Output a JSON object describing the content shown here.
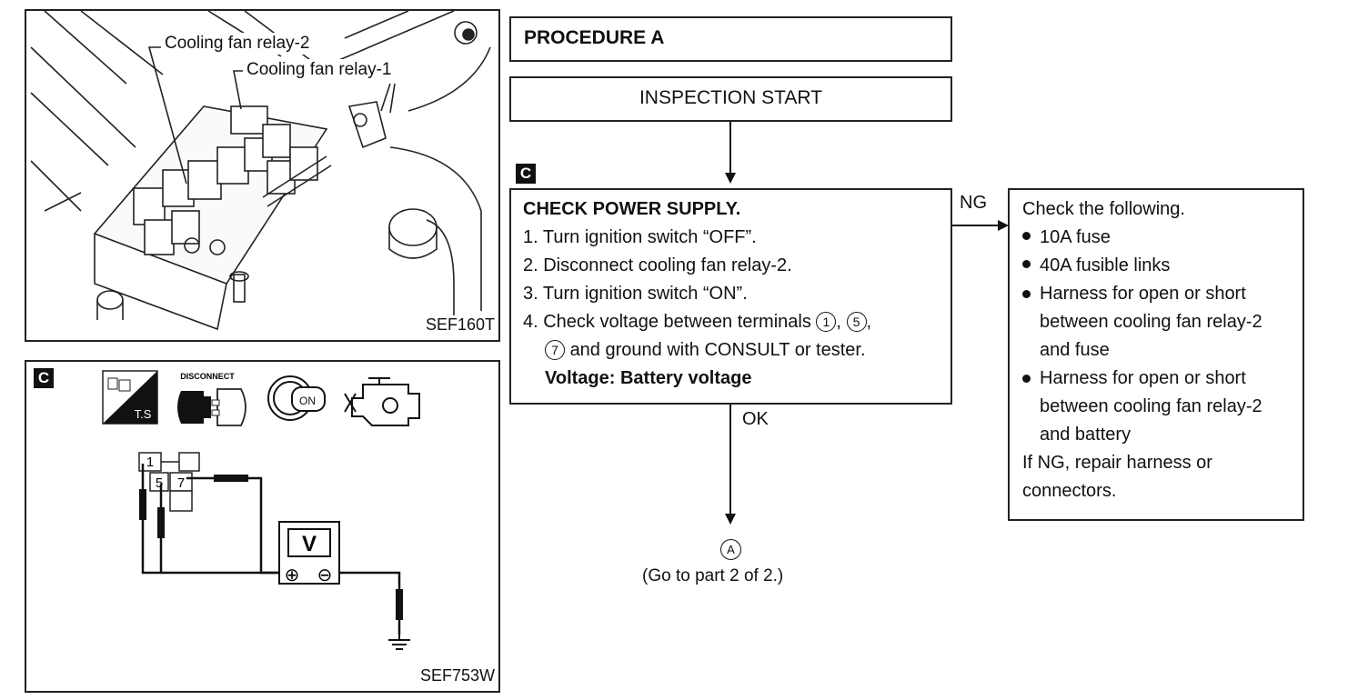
{
  "photo_panel": {
    "label_relay2": "Cooling fan relay-2",
    "label_relay1": "Cooling fan relay-1",
    "figure_code": "SEF160T"
  },
  "wiring_panel": {
    "badge": "C",
    "icon_disconnect_label": "DISCONNECT",
    "icon_ts_label": "T.S",
    "icon_on_label": "ON",
    "terminal_1": "1",
    "terminal_5": "5",
    "terminal_7": "7",
    "meter_label": "V",
    "plus_symbol": "⊕",
    "minus_symbol": "⊖",
    "figure_code": "SEF753W"
  },
  "flowchart": {
    "procedure_title": "PROCEDURE A",
    "start_box": "INSPECTION START",
    "step_badge": "C",
    "check_title": "CHECK POWER SUPPLY.",
    "steps": [
      "1. Turn ignition switch “OFF”.",
      "2. Disconnect cooling fan relay-2.",
      "3. Turn ignition switch “ON”."
    ],
    "step4_prefix": "4. Check voltage between terminals",
    "step4_t1": "1",
    "step4_sep1": ",",
    "step4_t2": "5",
    "step4_sep2": ",",
    "step4_t3": "7",
    "step4_suffix": "and ground with CONSULT or tester.",
    "voltage_spec": "Voltage: Battery voltage",
    "ng_label": "NG",
    "ok_label": "OK",
    "connector_label": "A",
    "goto_text": "(Go to part 2 of 2.)"
  },
  "ng_box": {
    "heading": "Check the following.",
    "items": [
      "10A fuse",
      "40A fusible links",
      "Harness for open or short between cooling fan relay-2 and fuse",
      "Harness for open or short between cooling fan relay-2 and battery"
    ],
    "footer": "If NG, repair harness or connectors."
  }
}
